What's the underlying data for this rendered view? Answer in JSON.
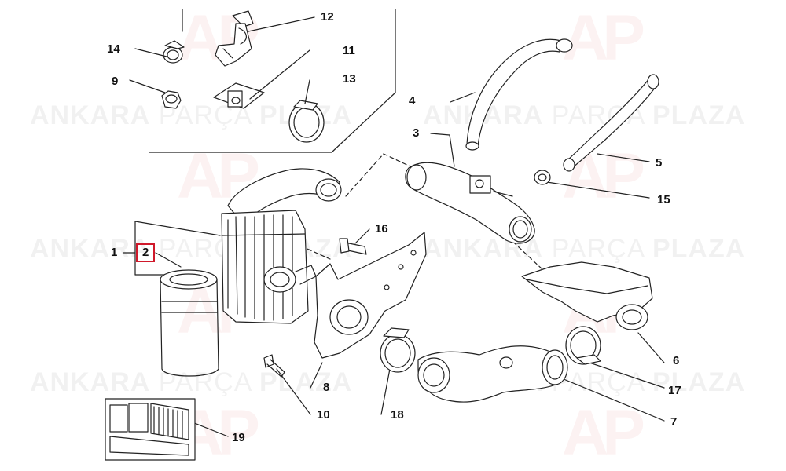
{
  "watermark": {
    "word1": "ANKARA",
    "word2": "PARÇA",
    "word3": "PLAZA",
    "logo": "AP"
  },
  "selected_part": "2",
  "callouts": {
    "c1": "1",
    "c2": "2",
    "c3": "3",
    "c4": "4",
    "c5": "5",
    "c6": "6",
    "c7": "7",
    "c8": "8",
    "c9": "9",
    "c10": "10",
    "c11": "11",
    "c12": "12",
    "c13": "13",
    "c14": "14",
    "c15": "15",
    "c16": "16",
    "c17": "17",
    "c18": "18",
    "c19": "19"
  },
  "colors": {
    "line": "#222222",
    "highlight": "#d0192b",
    "watermark_red": "#c81e28"
  }
}
